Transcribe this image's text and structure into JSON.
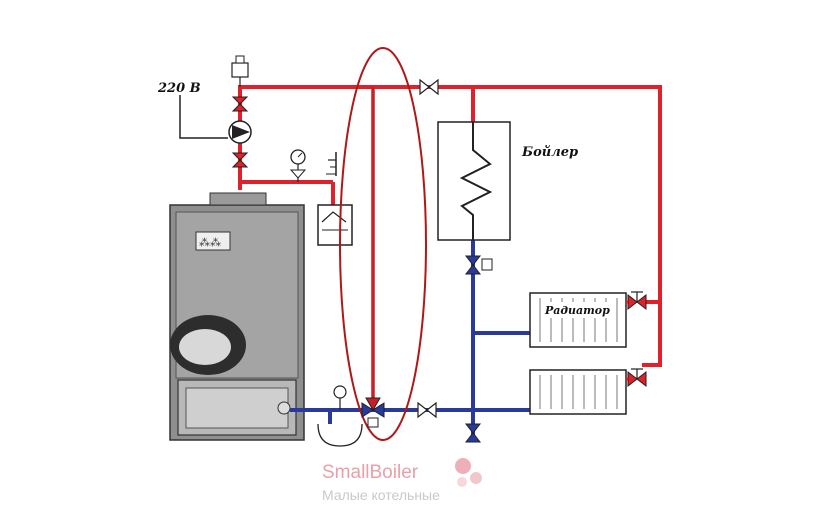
{
  "labels": {
    "voltage": "220 В",
    "boiler": "Бойлер",
    "radiator": "Радиатор"
  },
  "watermark": {
    "brand": "SmallBoiler",
    "tagline": "Малые котельные"
  },
  "colors": {
    "supply_pipe": "#e0202a",
    "return_pipe": "#2a3a9a",
    "highlight_ellipse": "#b01818"
  }
}
